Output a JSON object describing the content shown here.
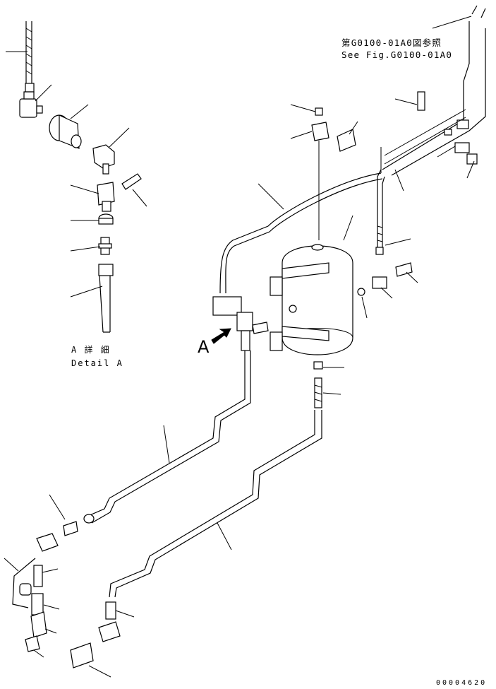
{
  "reference": {
    "jp": "第G0100-01A0図参照",
    "en": "See Fig.G0100-01A0"
  },
  "detail": {
    "jp": "A 詳 細",
    "en": "Detail A"
  },
  "view_marker": "A",
  "part_number": "00004620"
}
